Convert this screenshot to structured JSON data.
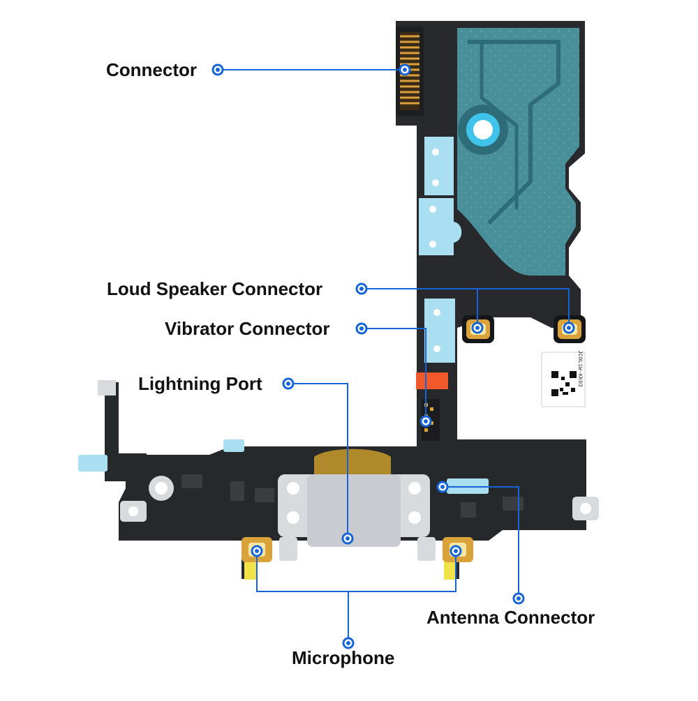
{
  "callouts": [
    {
      "id": "connector",
      "label": "Connector"
    },
    {
      "id": "loud-speaker-connector",
      "label": "Loud Speaker Connector"
    },
    {
      "id": "vibrator-connector",
      "label": "Vibrator Connector"
    },
    {
      "id": "lightning-port",
      "label": "Lightning Port"
    },
    {
      "id": "antenna-connector",
      "label": "Antenna Connector"
    },
    {
      "id": "microphone",
      "label": "Microphone"
    }
  ],
  "sticker_text": "JC0L1W-KK03",
  "colors": {
    "callout_blue": "#1565d8",
    "board_black": "#26292c",
    "trace_teal": "#4d9aa6",
    "tape_blue": "#a9dff0",
    "gold": "#d9a23b",
    "kapton_orange": "#f2592a",
    "port_silver": "#d7dbde"
  }
}
